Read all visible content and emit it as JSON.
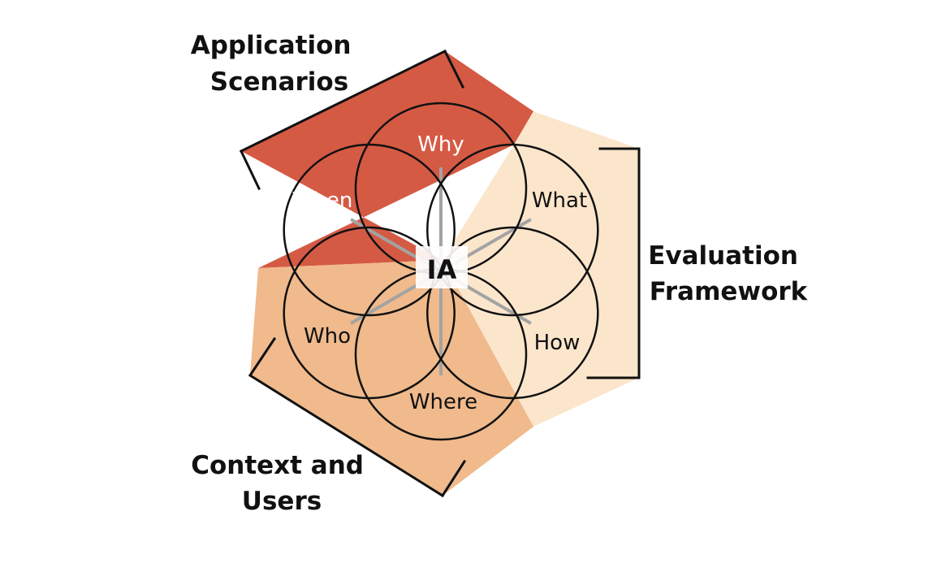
{
  "center_label": "IA",
  "sections": [
    {
      "id": "application",
      "lines": [
        "Application",
        "Scenarios"
      ],
      "color": "#d55a44"
    },
    {
      "id": "evaluation",
      "lines": [
        "Evaluation",
        "Framework"
      ],
      "color": "#fbe6cc"
    },
    {
      "id": "context",
      "lines": [
        "Context and",
        "Users"
      ],
      "color": "#f0ba8c"
    }
  ],
  "petals": [
    "Why",
    "What",
    "How",
    "Where",
    "Who",
    "When"
  ],
  "colors": {
    "petal_text_on_dark": "#ffffff",
    "petal_text_on_light": "#111111",
    "outline": "#111111",
    "spokes": "#a3a3a3"
  }
}
